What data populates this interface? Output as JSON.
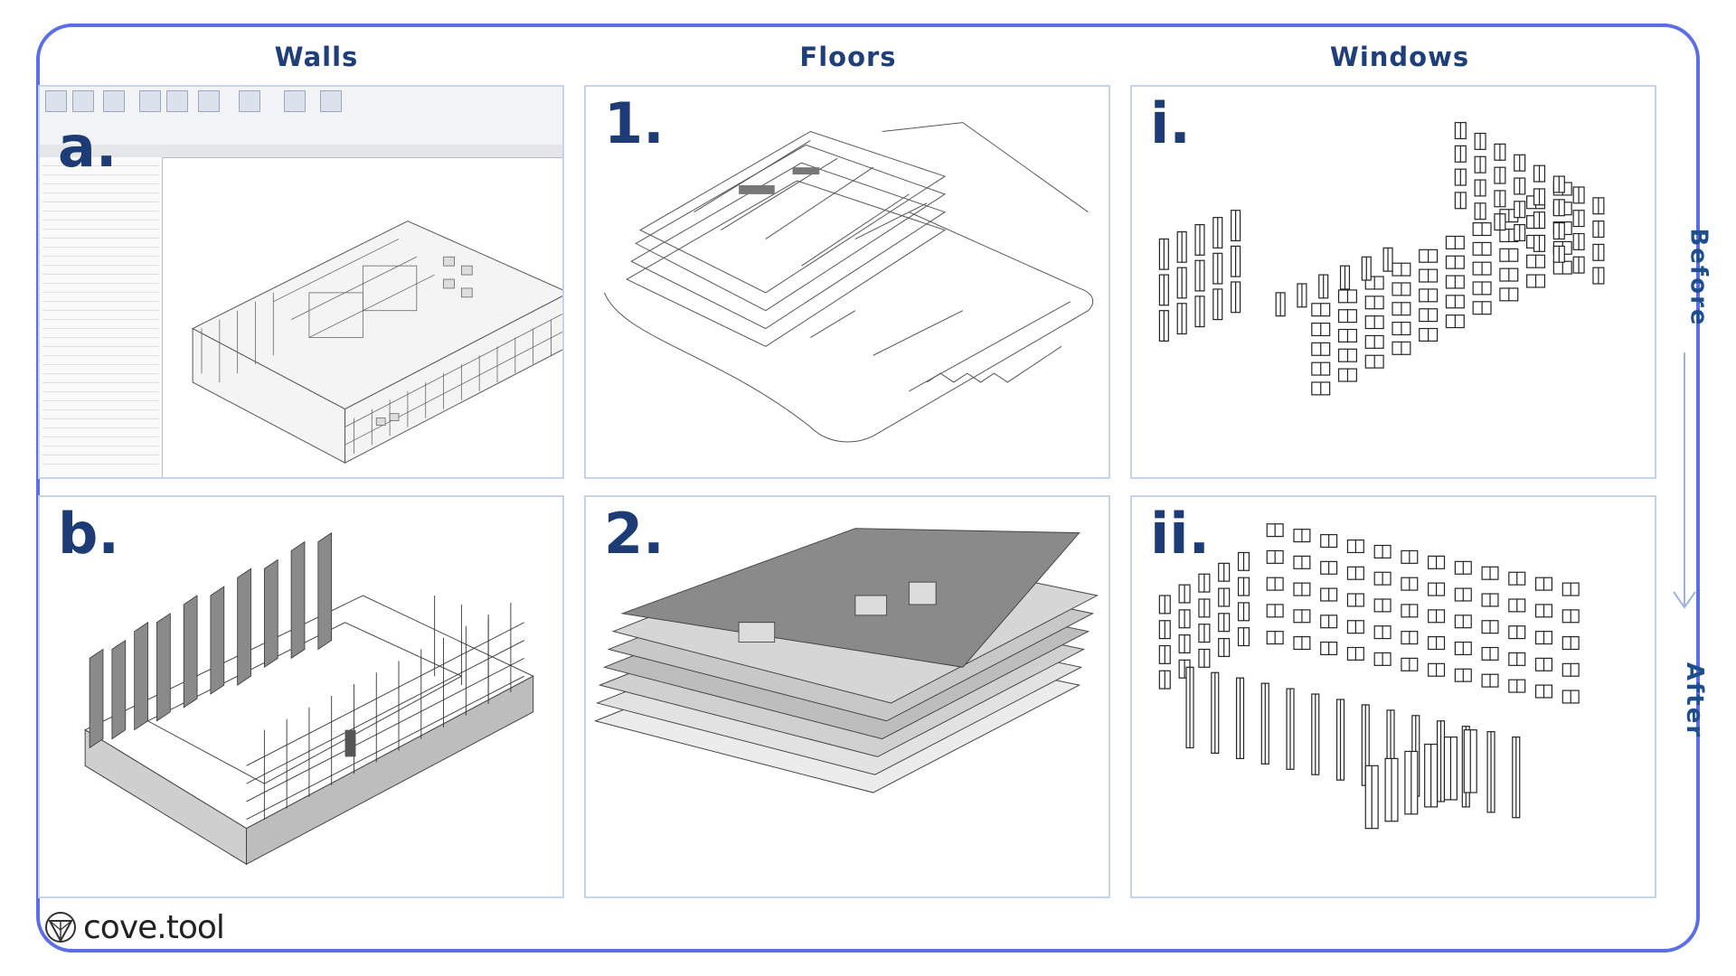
{
  "columns": {
    "walls": "Walls",
    "floors": "Floors",
    "windows": "Windows"
  },
  "panels": {
    "walls_before": "a.",
    "walls_after": "b.",
    "floors_before": "1.",
    "floors_after": "2.",
    "windows_before": "i.",
    "windows_after": "ii."
  },
  "side": {
    "before": "Before",
    "after": "After"
  },
  "logo": {
    "text": "cove.tool"
  },
  "colors": {
    "frame": "#5b6ee6",
    "heading": "#1f3f7a",
    "panel_label": "#1d3b75",
    "arrow": "#9fb3d9"
  },
  "icons": [
    "cove-tool-logo-icon",
    "down-arrow-icon"
  ]
}
